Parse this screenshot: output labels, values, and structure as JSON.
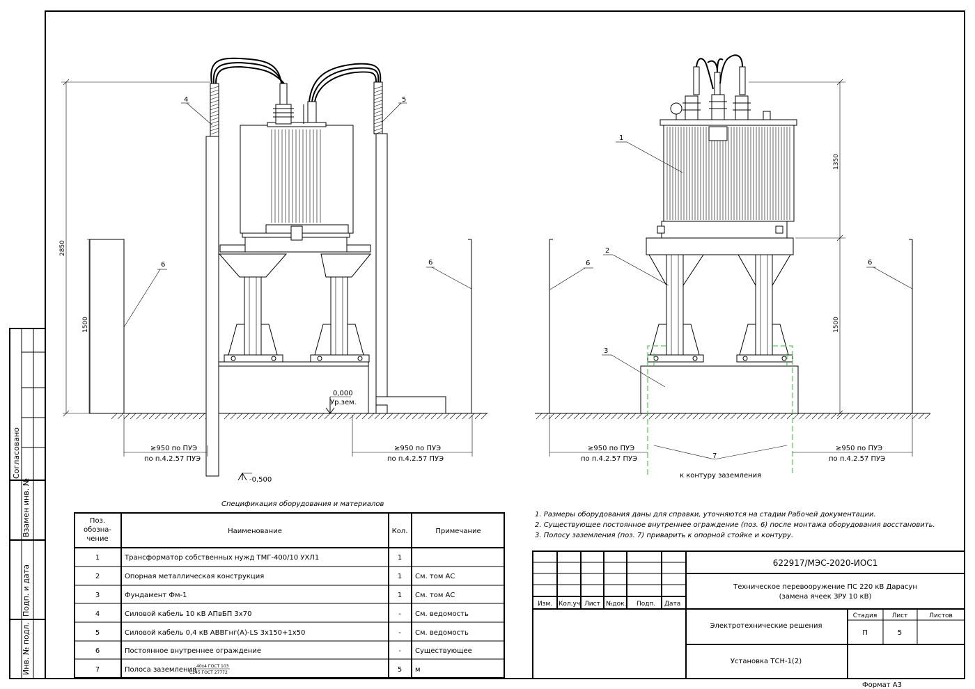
{
  "drawing": {
    "labels": {
      "left_4": "4",
      "left_5": "5",
      "left_6a": "6",
      "left_6b": "6",
      "right_1": "1",
      "right_2": "2",
      "right_3": "3",
      "right_6a": "6",
      "right_6b": "6",
      "right_7": "7"
    },
    "dims": {
      "left_total": "2850",
      "left_lower": "1500",
      "right_upper": "1350",
      "right_lower": "1500",
      "zero_level": "0,000",
      "ground_label": "Ур.зем.",
      "depth_level": "-0,500"
    },
    "clearance": {
      "line1": "≥950 по ПУЭ",
      "line2": "по п.4.2.57 ПУЭ"
    },
    "grounding_note": "к контуру заземления"
  },
  "spec": {
    "title": "Спецификация оборудования и материалов",
    "headers": {
      "pos": "Поз. обозна- чение",
      "name": "Наименование",
      "qty": "Кол.",
      "note": "Примечание"
    },
    "rows": [
      {
        "pos": "1",
        "name": "Трансформатор собственных нужд ТМГ-400/10 УХЛ1",
        "qty": "1",
        "note": ""
      },
      {
        "pos": "2",
        "name": "Опорная металлическая конструкция",
        "qty": "1",
        "note": "См. том АС"
      },
      {
        "pos": "3",
        "name": "Фундамент Фм-1",
        "qty": "1",
        "note": "См. том АС"
      },
      {
        "pos": "4",
        "name": "Силовой кабель 10 кВ АПвБП 3х70",
        "qty": "-",
        "note": "См. ведомость"
      },
      {
        "pos": "5",
        "name": "Силовой кабель 0,4 кВ АВВГнг(А)-LS 3х150+1х50",
        "qty": "-",
        "note": "См. ведомость"
      },
      {
        "pos": "6",
        "name": "Постоянное внутреннее ограждение",
        "qty": "-",
        "note": "Существующее"
      },
      {
        "pos": "7",
        "name": "Полоса заземления",
        "qty": "5",
        "note": "м",
        "frac_top": "40х4 ГОСТ 103",
        "frac_bottom": "С245 ГОСТ 27772"
      }
    ]
  },
  "notes": [
    "1.  Размеры оборудования даны для справки, уточняются на стадии Рабочей документации.",
    "2.  Существующее постоянное внутреннее ограждение (поз. 6) после монтажа оборудования восстановить.",
    "3.  Полосу заземления (поз. 7) приварить к опорной стойке и контуру."
  ],
  "title_block": {
    "code": "622917/МЭС-2020-ИОС1",
    "project_line1": "Техническое перевооружение ПС 220 кВ Дарасун",
    "project_line2": "(замена ячеек ЗРУ 10 кВ)",
    "section": "Электротехнические решения",
    "sheet_title": "Установка ТСН-1(2)",
    "cols": {
      "izm": "Изм.",
      "kol": "Кол.уч.",
      "list": "Лист",
      "ndok": "№док.",
      "podp": "Подп.",
      "data": "Дата"
    },
    "stage_label": "Стадия",
    "sheet_label": "Лист",
    "sheets_label": "Листов",
    "stage": "П",
    "sheet": "5",
    "sheets": ""
  },
  "side_stamp": {
    "agreed": "Согласовано",
    "replace": "Взамен инв. №",
    "sign_date": "Подп. и дата",
    "inv_no": "Инв. № подл."
  },
  "format": "Формат А3"
}
